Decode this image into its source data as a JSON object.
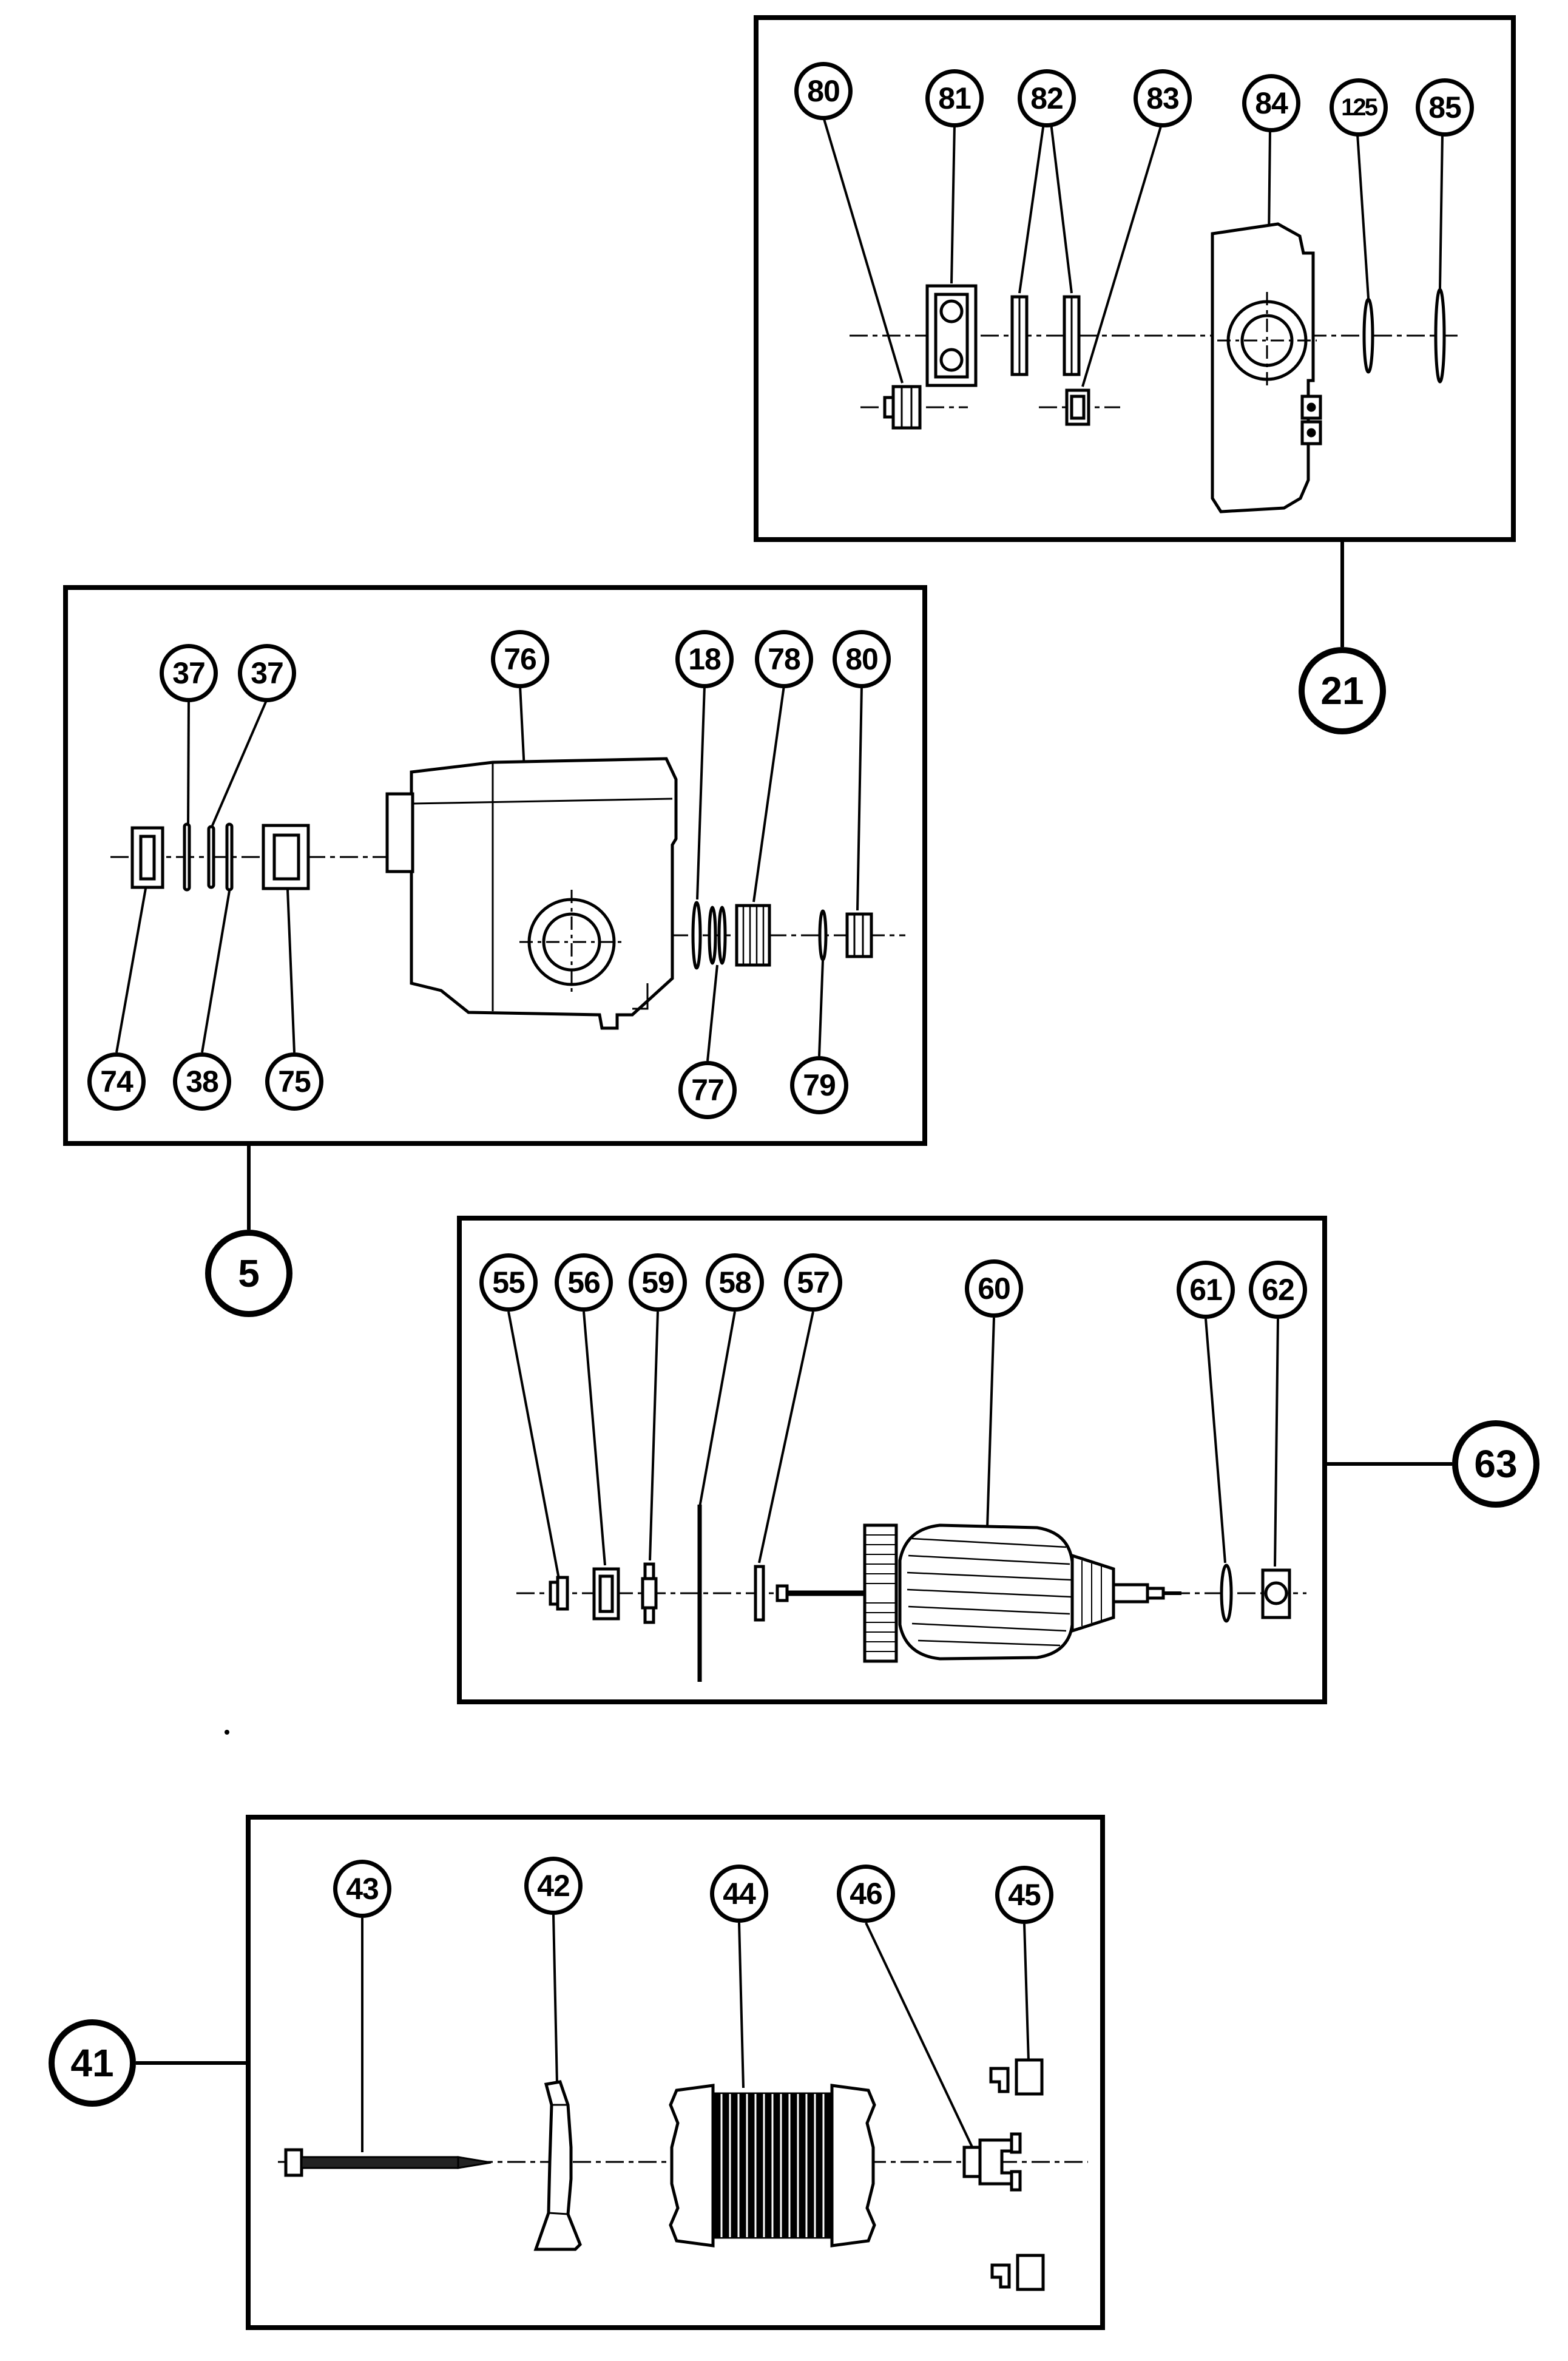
{
  "figure": {
    "type": "exploded-parts-diagram",
    "paper_color": "#ffffff",
    "ink_color": "#000000"
  },
  "panels": [
    {
      "name": "gear-case-assembly",
      "ref_label": "21",
      "callouts": [
        {
          "label": "80"
        },
        {
          "label": "81"
        },
        {
          "label": "82"
        },
        {
          "label": "83"
        },
        {
          "label": "84"
        },
        {
          "label": "125"
        },
        {
          "label": "85"
        }
      ]
    },
    {
      "name": "clutch-housing-assembly",
      "ref_label": "5",
      "callouts": [
        {
          "label": "37"
        },
        {
          "label": "37"
        },
        {
          "label": "76"
        },
        {
          "label": "18"
        },
        {
          "label": "78"
        },
        {
          "label": "80"
        },
        {
          "label": "74"
        },
        {
          "label": "38"
        },
        {
          "label": "75"
        },
        {
          "label": "77"
        },
        {
          "label": "79"
        }
      ]
    },
    {
      "name": "armature-assembly",
      "ref_label": "63",
      "callouts": [
        {
          "label": "55"
        },
        {
          "label": "56"
        },
        {
          "label": "59"
        },
        {
          "label": "58"
        },
        {
          "label": "57"
        },
        {
          "label": "60"
        },
        {
          "label": "61"
        },
        {
          "label": "62"
        }
      ]
    },
    {
      "name": "field-assembly",
      "ref_label": "41",
      "callouts": [
        {
          "label": "43"
        },
        {
          "label": "42"
        },
        {
          "label": "44"
        },
        {
          "label": "46"
        },
        {
          "label": "45"
        }
      ]
    }
  ]
}
